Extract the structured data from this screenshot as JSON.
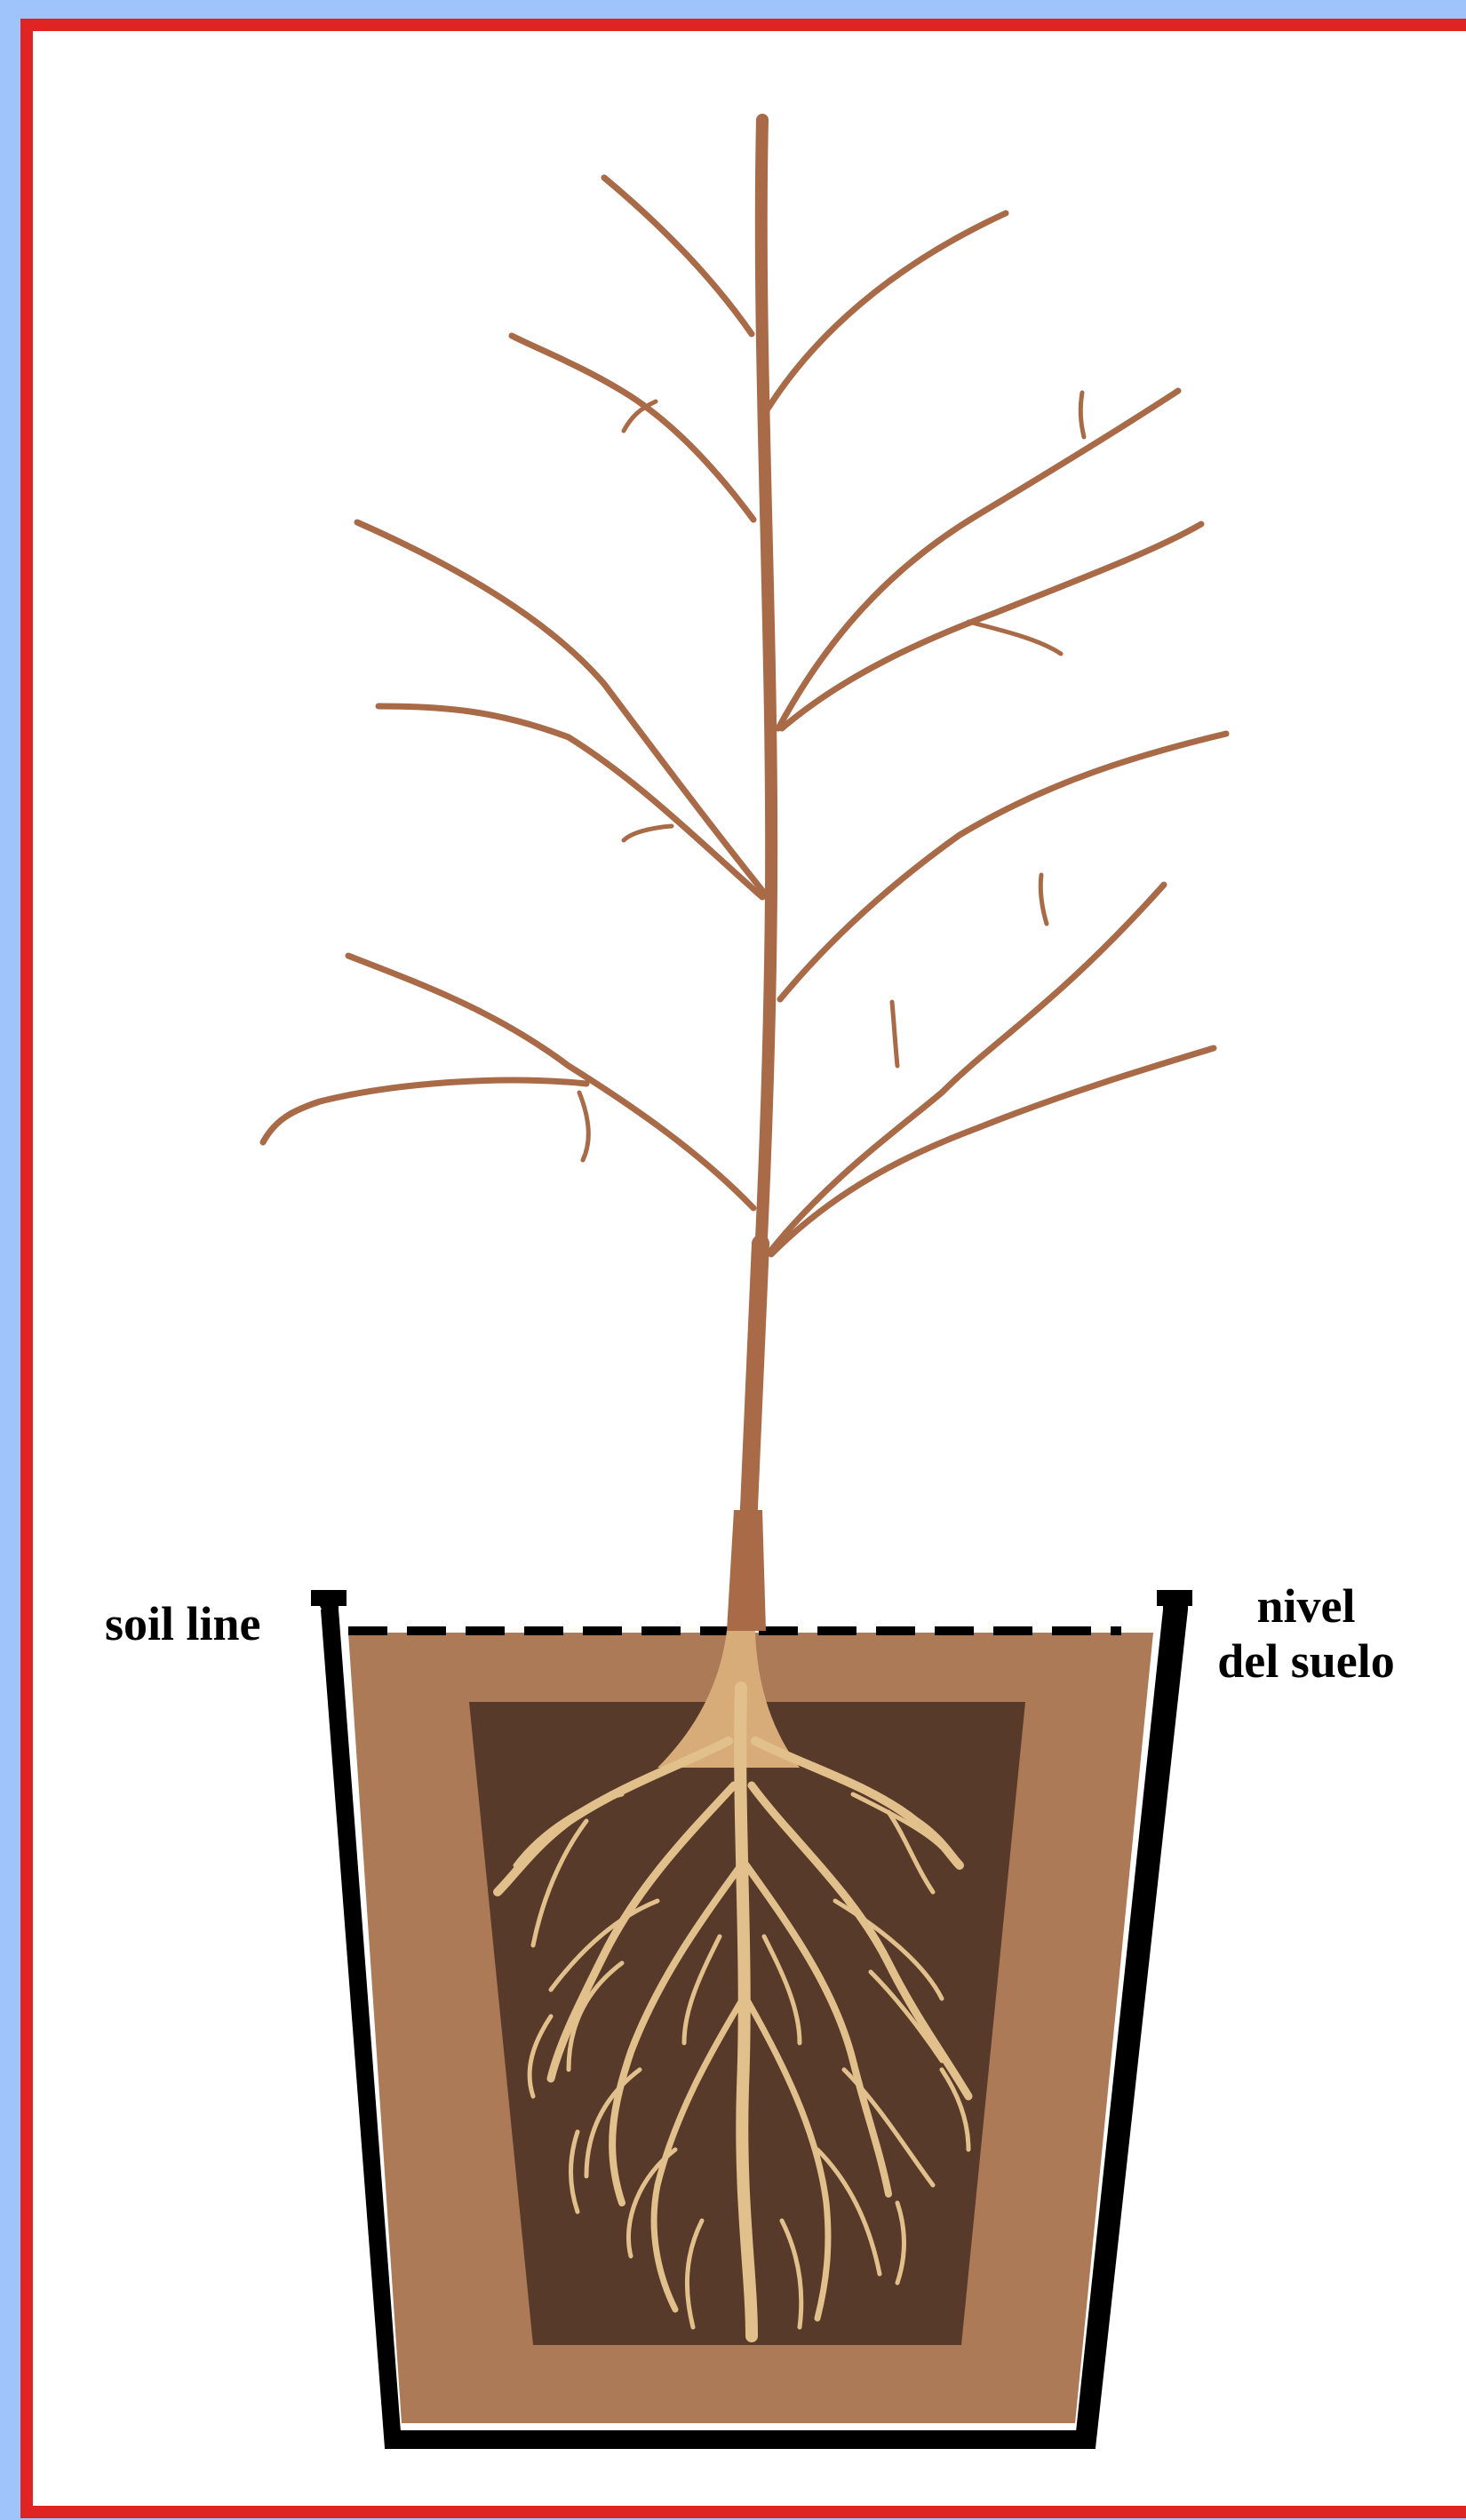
{
  "labels": {
    "soil_line_en": "soil line",
    "soil_line_es_line1": "nivel",
    "soil_line_es_line2": "del suelo"
  },
  "colors": {
    "background_outer": "#9ec4fb",
    "frame": "#e02424",
    "panel": "#ffffff",
    "bark": "#a96a48",
    "bark_dark": "#8c5638",
    "soil_light": "#ad7a58",
    "soil_dark": "#583a2a",
    "roots": "#e2c08c",
    "pot_outline": "#000000"
  }
}
